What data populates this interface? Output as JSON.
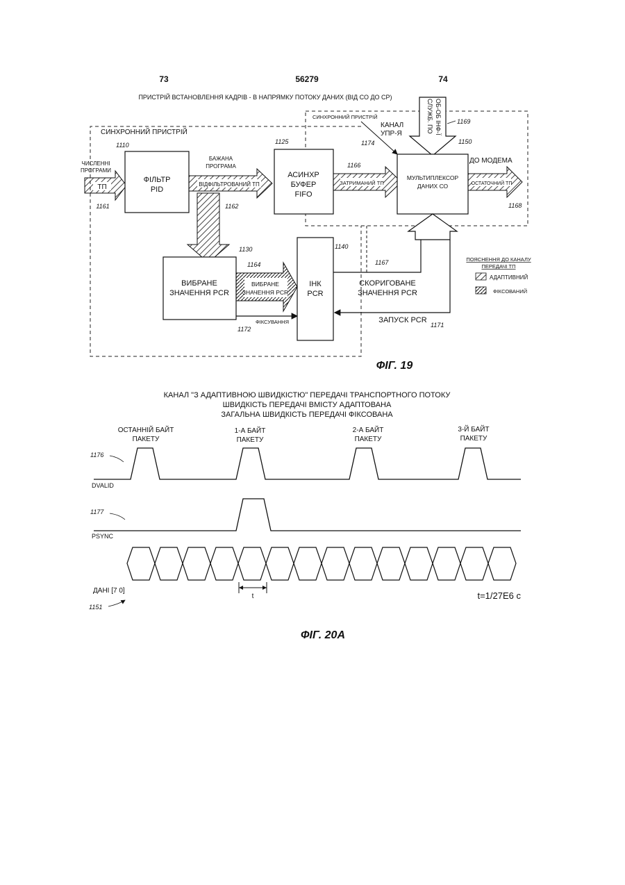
{
  "header": {
    "page_left": "73",
    "doc_number": "56279",
    "page_right": "74"
  },
  "fig19": {
    "title": "ПРИСТРІЙ ВСТАНОВЛЕННЯ КАДРІВ - В НАПРЯМКУ ПОТОКУ ДАНИХ (ВІД СО ДО СР)",
    "sync_left": "СИНХРОННИЙ ПРИСТРІЙ",
    "sync_right": "СИНХРОННИЙ ПРИСТРІЙ",
    "input_line1": "ЧИСЛЕННІ",
    "input_line2": "ПРОГРАМИ",
    "input_tp": "ТП",
    "pid_line1": "ФІЛЬТР",
    "pid_line2": "PID",
    "wanted_line1": "БАЖАНА",
    "wanted_line2": "ПРОГРАМА",
    "filtered_tp": "ВІДФІЛЬТРОВАНИЙ ТП",
    "fifo_line1": "АСИНХР",
    "fifo_line2": "БУФЕР",
    "fifo_line3": "FIFO",
    "delayed_tp": "ЗАТРИМАНИЙ ТП",
    "ctrl_line1": "КАНАЛ",
    "ctrl_line2": "УПР-Я",
    "service_line1": "СЛУЖБ. ПО",
    "service_line2": "ОБ-ОБ ІНФ-Ї",
    "mux_line1": "МУЛЬТИПЛЕКСОР",
    "mux_line2": "ДАНИХ СО",
    "to_modem": "ДО МОДЕМА",
    "final_tp": "ОСТАТОЧНИЙ ТП",
    "sel_pcr_line1": "ВИБРАНЕ",
    "sel_pcr_line2": "ЗНАЧЕННЯ PCR",
    "sel_pcr_arrow_line1": "ВИБРАНЕ",
    "sel_pcr_arrow_line2": "ЗНАЧЕННЯ PCR",
    "latch": "ФІКСУВАННЯ",
    "inc_line1": "ІНК",
    "inc_line2": "PCR",
    "corr_line1": "СКОРИГОВАНЕ",
    "corr_line2": "ЗНАЧЕННЯ PCR",
    "start_pcr": "ЗАПУСК PCR",
    "legend_title_line1": "ПОЯСНЕННЯ ДО КАНАЛУ",
    "legend_title_line2": "ПЕРЕДАЧІ ТП",
    "legend_adaptive": "АДАПТИВНИЙ",
    "legend_fixed": "ФІКСОВАНИЙ",
    "refs": {
      "r1110": "1110",
      "r1125": "1125",
      "r1174": "1174",
      "r1169": "1169",
      "r1150": "1150",
      "r1166": "1166",
      "r1161": "1161",
      "r1162": "1162",
      "r1168": "1168",
      "r1130": "1130",
      "r1140": "1140",
      "r1164": "1164",
      "r1167": "1167",
      "r1172": "1172",
      "r1171": "1171"
    },
    "caption": "ФІГ. 19"
  },
  "fig20": {
    "title_line1": "КАНАЛ \"З АДАПТИВНОЮ ШВИДКІСТЮ\" ПЕРЕДАЧІ ТРАНСПОРТНОГО ПОТОКУ",
    "title_line2": "ШВИДКІСТЬ ПЕРЕДАЧІ ВМІСТУ АДАПТОВАНА",
    "title_line3": "ЗАГАЛЬНА ШВИДКІСТЬ ПЕРЕДАЧІ ФІКСОВАНА",
    "pulse1_line1": "ОСТАННІЙ БАЙТ",
    "pulse1_line2": "ПАКЕТУ",
    "pulse2_line1": "1-А БАЙТ",
    "pulse2_line2": "ПАКЕТУ",
    "pulse3_line1": "2-А БАЙТ",
    "pulse3_line2": "ПАКЕТУ",
    "pulse4_line1": "3-Й БАЙТ",
    "pulse4_line2": "ПАКЕТУ",
    "ref_dvalid": "1176",
    "dvalid": "DVALID",
    "ref_psync": "1177",
    "psync": "PSYNC",
    "data_label": "ДАНІ [7 0]",
    "ref_data": "1151",
    "t_label": "t",
    "t_formula": "t=1/27E6 с",
    "caption": "ФІГ. 20А"
  }
}
